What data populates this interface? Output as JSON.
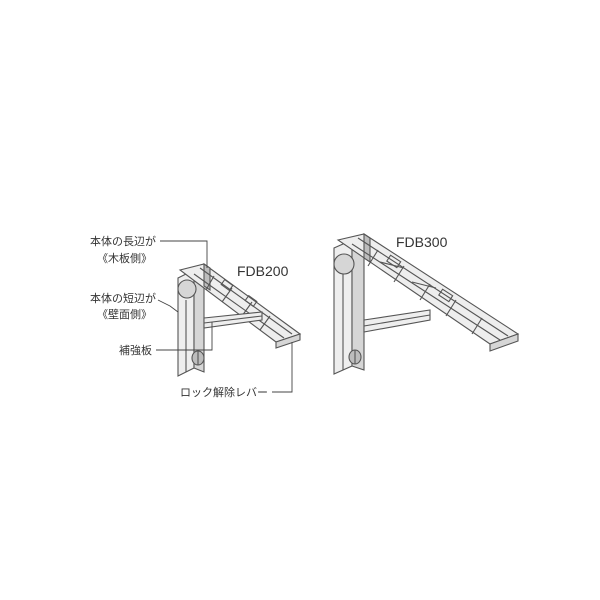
{
  "labels": {
    "long_side_line1": "本体の長辺が",
    "long_side_line2": "《木板側》",
    "short_side_line1": "本体の短辺が",
    "short_side_line2": "《壁面側》",
    "reinforcement": "補強板",
    "lock_release": "ロック解除レバー"
  },
  "models": {
    "small": "FDB200",
    "large": "FDB300"
  },
  "colors": {
    "line": "#555555",
    "text": "#333333",
    "face_light": "#eeeeee",
    "face_mid": "#d6d6d6",
    "face_dark": "#bdbdbd"
  }
}
